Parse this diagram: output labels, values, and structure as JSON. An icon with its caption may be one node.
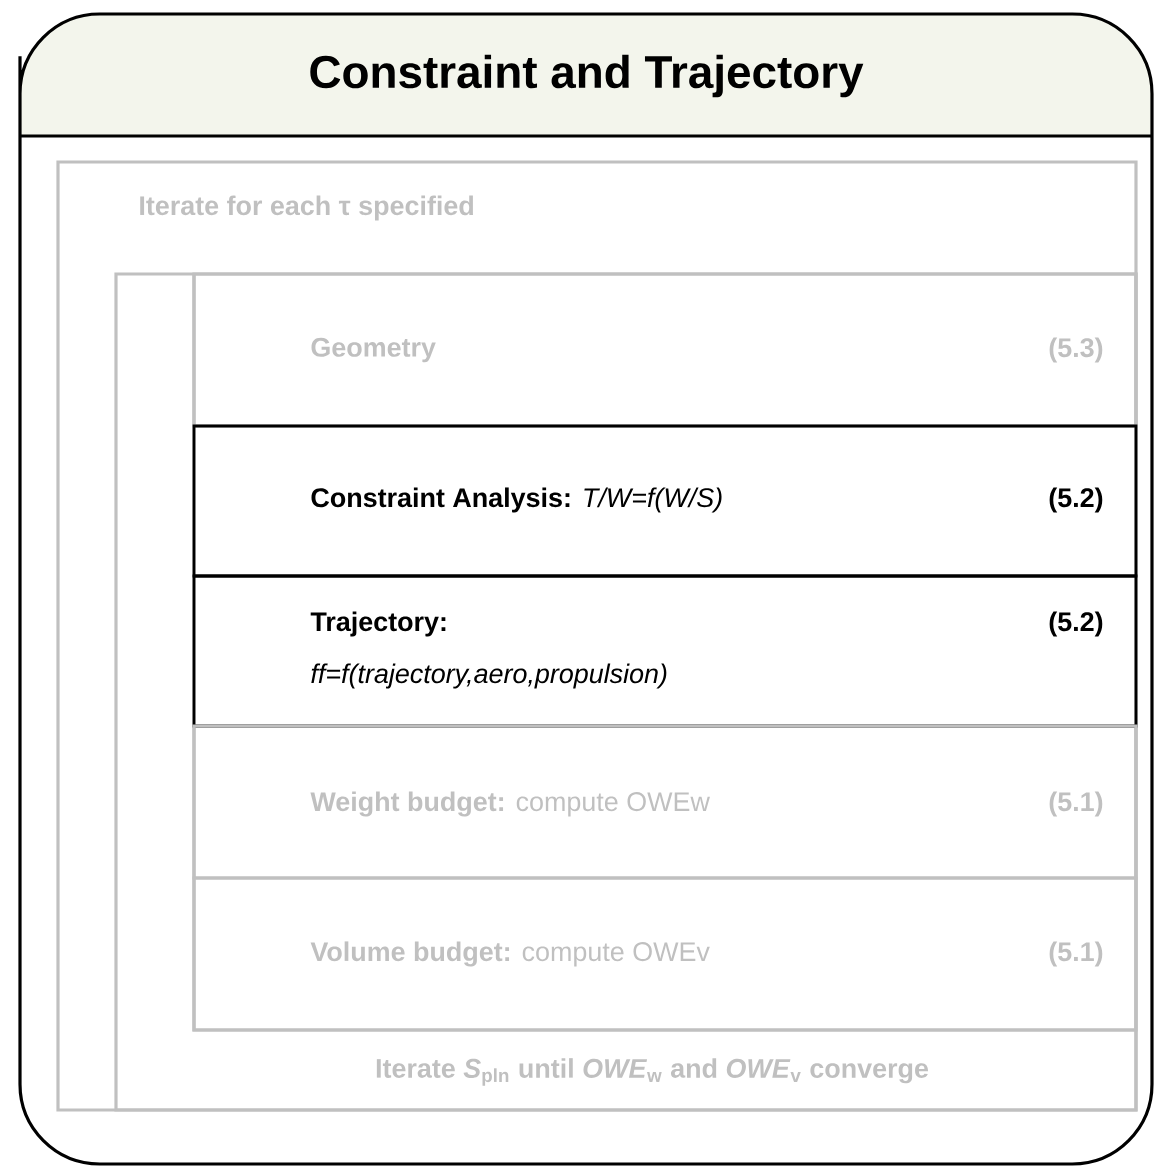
{
  "diagram": {
    "nodes": [
      {
        "text": [
          "Constraint and Trajectory"
        ]
      },
      {
        "text": [
          "Iterate for each τ specified"
        ],
        "in": 0
      },
      {
        "text": [
          "Iterate *S*$_{pln}$ until *OWE*$_{w}$ and *OWE*$_{v}$ converge"
        ],
        "in": 1
      },
      {
        "text": [
          "Geometry",
          "(5.3)"
        ],
        "in": 2
      },
      {
        "text": [
          "**Constraint Analysis:** *T/W=f(W/S)*",
          "(5.2)"
        ],
        "in": 2
      },
      {
        "text": [
          "Trajectory:",
          "ff=f(trajectory,aero,propulsion)",
          "(5.2)"
        ],
        "in": 2
      },
      {
        "text": [
          "**Weight budget:** compute OWEw",
          "(5.1)"
        ],
        "in": 2
      },
      {
        "text": [
          "**Volume budget:** compute OWEv",
          "(5.1)"
        ],
        "in": 2
      }
    ]
  }
}
